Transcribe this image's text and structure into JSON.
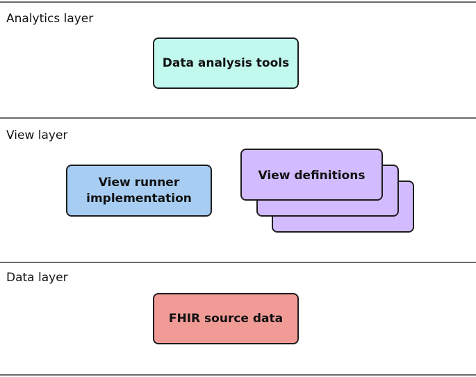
{
  "layers": [
    {
      "label": "Analytics layer",
      "boxes": [
        {
          "label": "Data analysis tools",
          "color": "#c2f9ef"
        }
      ]
    },
    {
      "label": "View layer",
      "boxes": [
        {
          "label": "View runner implementation",
          "color": "#a7cdf2"
        },
        {
          "label": "View definitions",
          "color": "#d2bbfe",
          "stacked": true
        }
      ]
    },
    {
      "label": "Data layer",
      "boxes": [
        {
          "label": "FHIR source data",
          "color": "#f19b97"
        }
      ]
    }
  ],
  "colors": {
    "divider": "#6b6b6b",
    "border": "#1c1c1c"
  }
}
